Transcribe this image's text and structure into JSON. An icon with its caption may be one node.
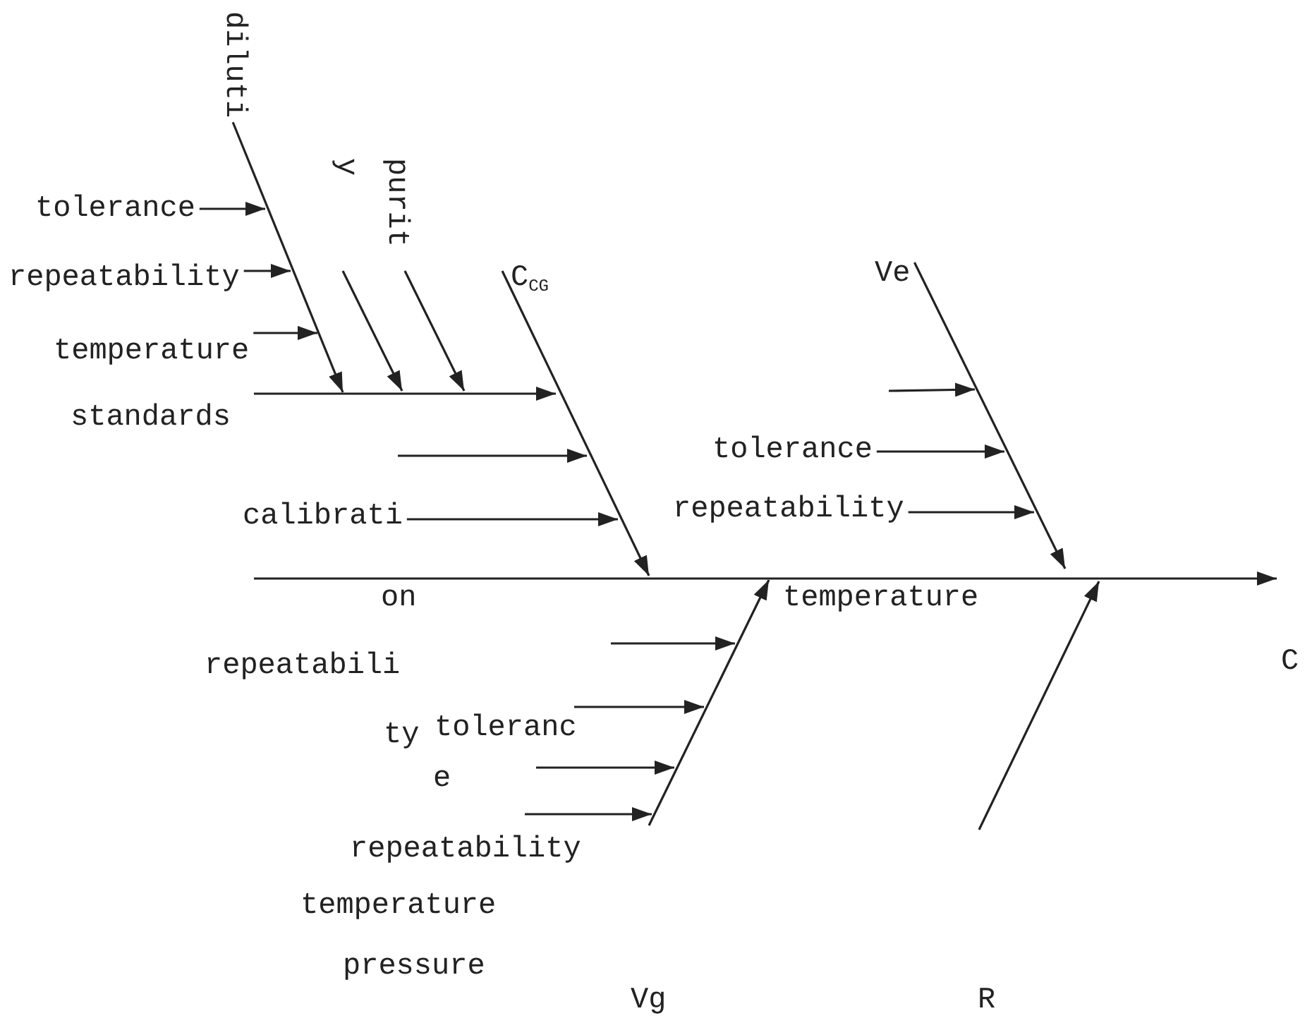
{
  "diagram": {
    "nodes": [
      {
        "text": [
          "diluti"
        ]
      },
      {
        "text": [
          "tolerance"
        ]
      },
      {
        "text": [
          "repeatability"
        ]
      },
      {
        "text": [
          "temperature"
        ]
      },
      {
        "text": [
          "C$_{CG}$"
        ]
      },
      {
        "text": [
          "Ve"
        ]
      },
      {
        "text": [
          "tolerance"
        ]
      },
      {
        "text": [
          "calibrati"
        ]
      },
      {
        "text": [
          "repeatability"
        ]
      }
    ],
    "edges": [
      {
        "from": 0,
        "to": null,
        "arrow": "to"
      },
      {
        "from": 1,
        "to": null,
        "arrow": "to"
      },
      {
        "from": 2,
        "to": null,
        "arrow": "to"
      },
      {
        "from": 3,
        "to": null,
        "arrow": "to"
      },
      {
        "from": 4,
        "to": null,
        "arrow": "to"
      },
      {
        "from": 5,
        "to": null,
        "arrow": "to"
      },
      {
        "from": 6,
        "to": null,
        "arrow": "to"
      },
      {
        "from": 7,
        "to": null,
        "arrow": "to"
      },
      {
        "from": 8,
        "to": null,
        "arrow": "to"
      }
    ],
    "labels": [
      "y",
      "purit",
      "standards",
      "on",
      "temperature",
      "repeatabili",
      "ty",
      "toleranc",
      "e",
      "repeatability",
      "temperature",
      "pressure",
      "Vg",
      "R",
      "C"
    ]
  }
}
